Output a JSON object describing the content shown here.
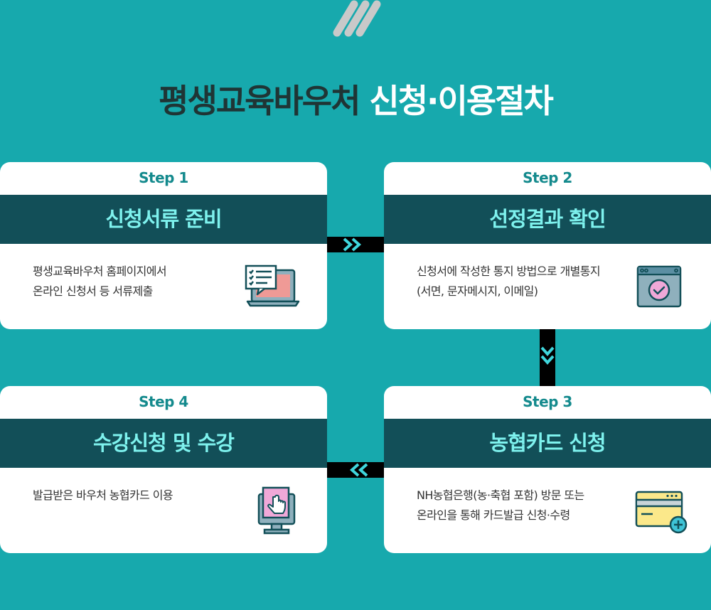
{
  "title": {
    "part1": "평생교육바우처",
    "part2": "신청·이용절차"
  },
  "steps": [
    {
      "step": "Step 1",
      "title": "신청서류 준비",
      "lines": [
        "평생교육바우처  홈페이지에서",
        "온라인 신청서 등 서류제출"
      ],
      "icon": "laptop-document-icon"
    },
    {
      "step": "Step 2",
      "title": "선정결과 확인",
      "lines": [
        "신청서에 작성한 통지 방법으로 개별통지",
        "(서면, 문자메시지, 이메일)"
      ],
      "icon": "browser-checkmark-icon"
    },
    {
      "step": "Step 3",
      "title": "농협카드 신청",
      "lines": [
        "NH농협은행(농·축협 포함) 방문 또는",
        "온라인을 통해 카드발급 신청·수령"
      ],
      "icon": "card-add-icon"
    },
    {
      "step": "Step 4",
      "title": "수강신청 및 수강",
      "lines": [
        "발급받은 바우처 농협카드 이용"
      ],
      "icon": "monitor-click-icon"
    }
  ],
  "colors": {
    "background": "#17a9ad",
    "band": "#124f58",
    "band_text": "#7ef2ee",
    "step_text": "#148a8d",
    "title_dark": "#1f3535"
  }
}
